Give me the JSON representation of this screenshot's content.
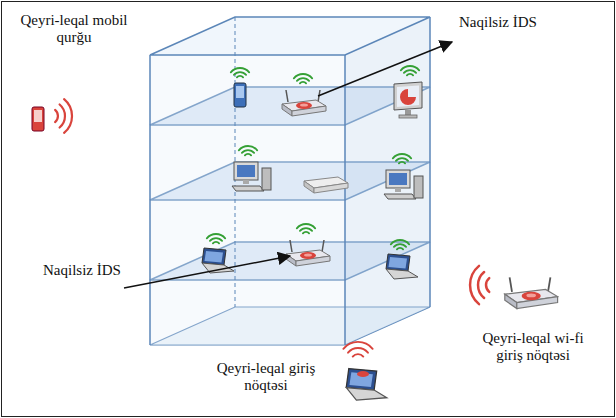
{
  "diagram": {
    "labels": [
      "Qeyri-leqal mobil qurğu",
      "Naqilsiz İDS",
      "Naqilsiz İDS",
      "Qeyri-leqal wi-fi giriş nöqtəsi",
      "Qeyri-leqal giriş nöqtəsi"
    ]
  }
}
